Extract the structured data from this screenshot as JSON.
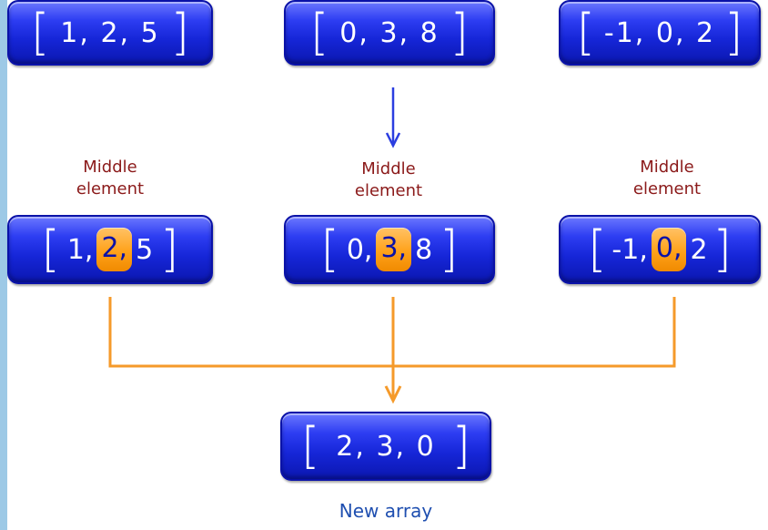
{
  "top_arrays": [
    {
      "open": "[",
      "content": "1,  2, 5",
      "close": "]"
    },
    {
      "open": "[",
      "content": "0,  3,  8",
      "close": "]"
    },
    {
      "open": "[",
      "content": "-1,  0, 2",
      "close": "]"
    }
  ],
  "labels": {
    "middle_line1": "Middle",
    "middle_line2": "element",
    "new_array": "New array"
  },
  "mid_arrays": [
    {
      "open": "[",
      "before": "1,",
      "middle": "2,",
      "after": "5",
      "close": "]"
    },
    {
      "open": "[",
      "before": "0,",
      "middle": "3,",
      "after": "8",
      "close": "]"
    },
    {
      "open": "[",
      "before": "-1,",
      "middle": "0,",
      "after": "2",
      "close": "]"
    }
  ],
  "result_array": {
    "open": "[",
    "content": "2, 3, 0",
    "close": "]"
  },
  "colors": {
    "array_box": "#1626d8",
    "highlight": "#ffa21a",
    "blue_arrow": "#2b3ee0",
    "orange_connector": "#f59a2a",
    "label_red": "#8b1a1a",
    "label_blue": "#1f4fb0"
  }
}
